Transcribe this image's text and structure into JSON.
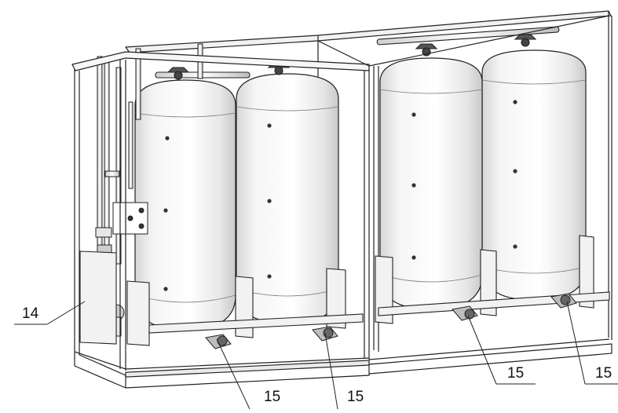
{
  "callouts": {
    "c14": "14",
    "c15_a": "15",
    "c15_b": "15",
    "c15_c": "15",
    "c15_d": "15"
  },
  "colors": {
    "line": "#222222",
    "tank_light": "#f7f7f7",
    "tank_mid": "#d9d9d9",
    "frame_fill": "#f2f2f2"
  }
}
